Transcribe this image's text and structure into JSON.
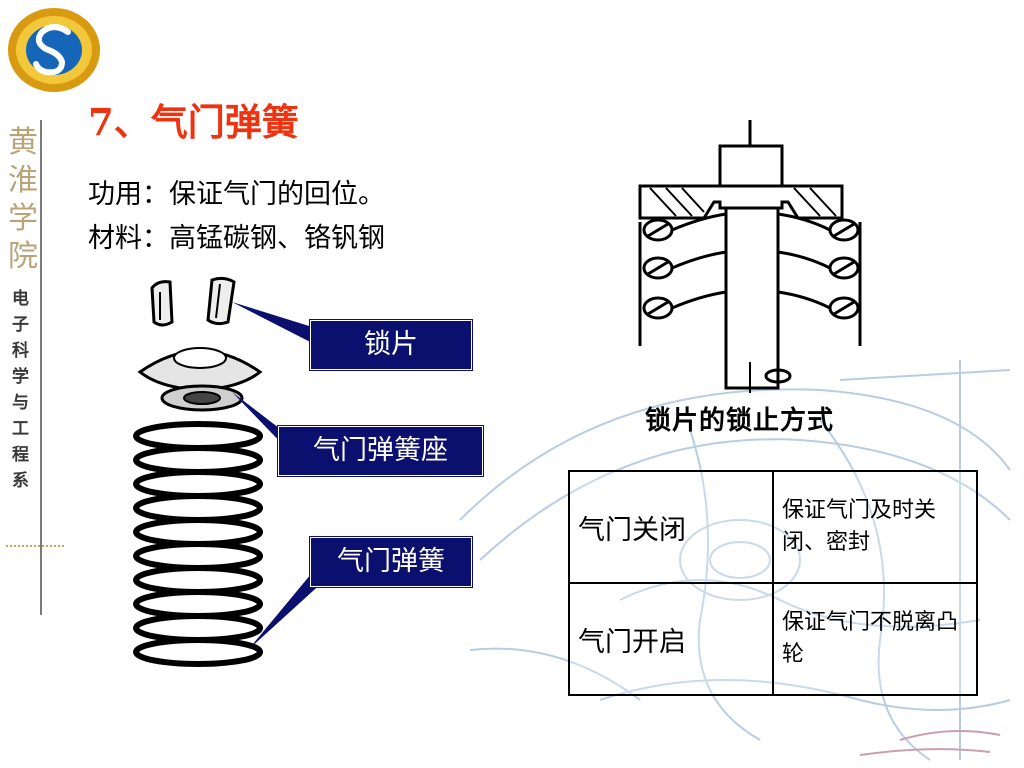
{
  "title": "7、气门弹簧",
  "description": {
    "function_line": "功用：保证气门的回位。",
    "material_line": "材料：高锰碳钢、铬钒钢"
  },
  "callouts": {
    "lock_piece": "锁片",
    "spring_seat": "气门弹簧座",
    "valve_spring": "气门弹簧"
  },
  "diagram_caption": "锁片的锁止方式",
  "table": {
    "rows": [
      {
        "state": "气门关闭",
        "effect": "保证气门及时关闭、密封"
      },
      {
        "state": "气门开启",
        "effect": "保证气门不脱离凸轮"
      }
    ]
  },
  "sidebar": {
    "school_calligraphy": "黄淮学院",
    "department_chars": [
      "电",
      "子",
      "科",
      "学",
      "与",
      "工",
      "程",
      "系"
    ]
  },
  "colors": {
    "title": "#ee3311",
    "callout_bg": "#0b0f6e",
    "callout_text": "#ffffff",
    "logo_outer": "#d89a10",
    "logo_inner": "#1565b8",
    "sketch_lines": "#b8cde3"
  }
}
